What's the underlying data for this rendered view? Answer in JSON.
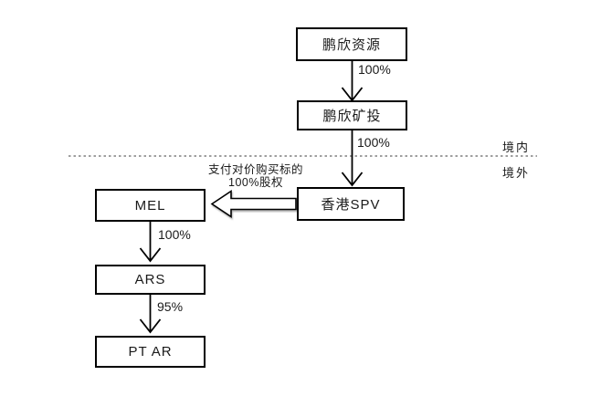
{
  "diagram": {
    "type": "org-structure-flowchart",
    "background": "#ffffff",
    "colors": {
      "box_border": "#000000",
      "text": "#1a1a1a",
      "dashed_line": "#666666",
      "block_arrow_fill": "#ffffff"
    },
    "nodes": [
      {
        "id": "pengxin-resources",
        "label": "鹏欣资源"
      },
      {
        "id": "pengxin-mining",
        "label": "鹏欣矿投"
      },
      {
        "id": "hk-spv",
        "label": "香港SPV"
      },
      {
        "id": "mel",
        "label": "MEL"
      },
      {
        "id": "ars",
        "label": "ARS"
      },
      {
        "id": "pt-ar",
        "label": "PT AR"
      }
    ],
    "edges": [
      {
        "from": "鹏欣资源",
        "to": "鹏欣矿投",
        "type": "arrow-down",
        "label": "100%"
      },
      {
        "from": "鹏欣矿投",
        "to": "香港SPV",
        "type": "arrow-down",
        "label": "100%"
      },
      {
        "from": "香港SPV",
        "to": "MEL",
        "type": "block-arrow-left",
        "label_line1": "支付对价购买标的",
        "label_line2": "100%股权"
      },
      {
        "from": "MEL",
        "to": "ARS",
        "type": "arrow-down",
        "label": "100%"
      },
      {
        "from": "ARS",
        "to": "PT AR",
        "type": "arrow-down",
        "label": "95%"
      }
    ],
    "boundary": {
      "style": "dashed-horizontal-line",
      "label_above": "境内",
      "label_below": "境外"
    }
  }
}
